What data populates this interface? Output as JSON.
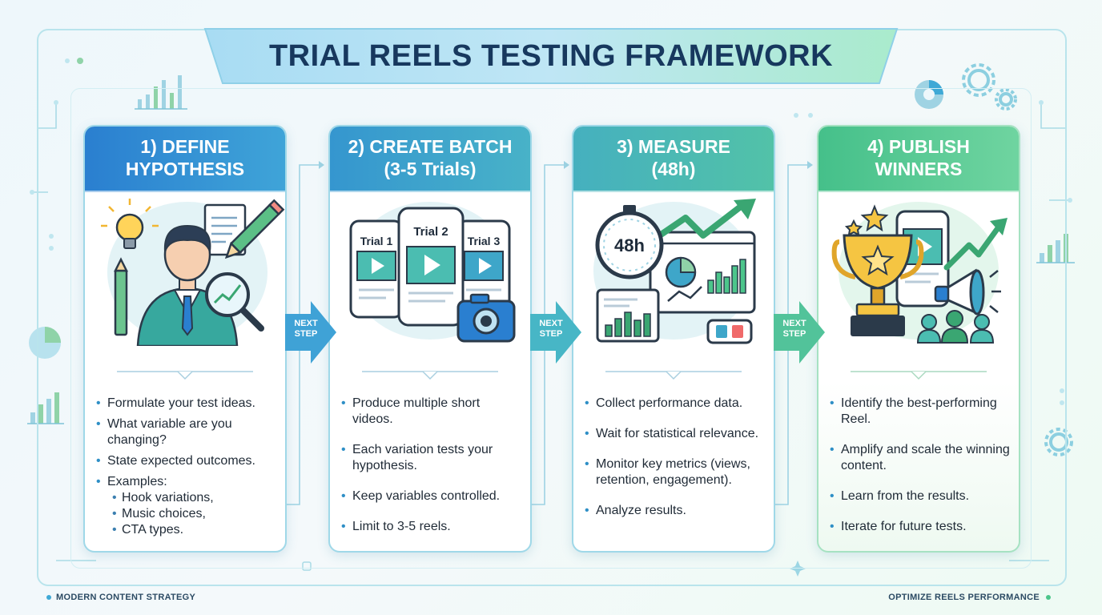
{
  "title": "TRIAL REELS TESTING FRAMEWORK",
  "footer": {
    "left": "MODERN CONTENT STRATEGY",
    "right": "OPTIMIZE REELS PERFORMANCE"
  },
  "arrows": {
    "label": "NEXT\nSTEP"
  },
  "colors": {
    "step1": "#2f86d3",
    "step2": "#3ea6c9",
    "step3": "#4bbdb1",
    "step4": "#4cc58b",
    "title": "#17385e"
  },
  "steps": [
    {
      "title": "1) DEFINE\nHYPOTHESIS",
      "icons": [
        "lightbulb-icon",
        "person-icon",
        "document-icon",
        "pencil-icon",
        "magnifier-icon"
      ],
      "bullets": [
        "Formulate your test ideas.",
        "What variable are you changing?",
        "State expected outcomes.",
        "Examples:"
      ],
      "examples": [
        "Hook variations,",
        "Music choices,",
        "CTA types."
      ]
    },
    {
      "title": "2) CREATE BATCH\n(3-5 Trials)",
      "phones": [
        "Trial 1",
        "Trial 2",
        "Trial 3"
      ],
      "icons": [
        "phone-icon",
        "play-icon",
        "camera-icon"
      ],
      "bullets": [
        "Produce multiple short videos.",
        "Each variation tests your hypothesis.",
        "Keep variables controlled.",
        "Limit to 3-5 reels."
      ]
    },
    {
      "title": "3) MEASURE\n(48h)",
      "timer": "48h",
      "icons": [
        "stopwatch-icon",
        "trend-arrow-icon",
        "bar-chart-icon",
        "pie-chart-icon",
        "thumbs-icon"
      ],
      "bullets": [
        "Collect performance data.",
        "Wait for statistical relevance.",
        "Monitor key metrics (views, retention, engagement).",
        "Analyze results."
      ]
    },
    {
      "title": "4) PUBLISH\nWINNERS",
      "icons": [
        "trophy-icon",
        "star-icon",
        "phone-icon",
        "megaphone-icon",
        "audience-icon"
      ],
      "bullets": [
        "Identify the best-performing Reel.",
        "Amplify and scale the winning content.",
        "Learn from the results.",
        "Iterate for future tests."
      ]
    }
  ]
}
